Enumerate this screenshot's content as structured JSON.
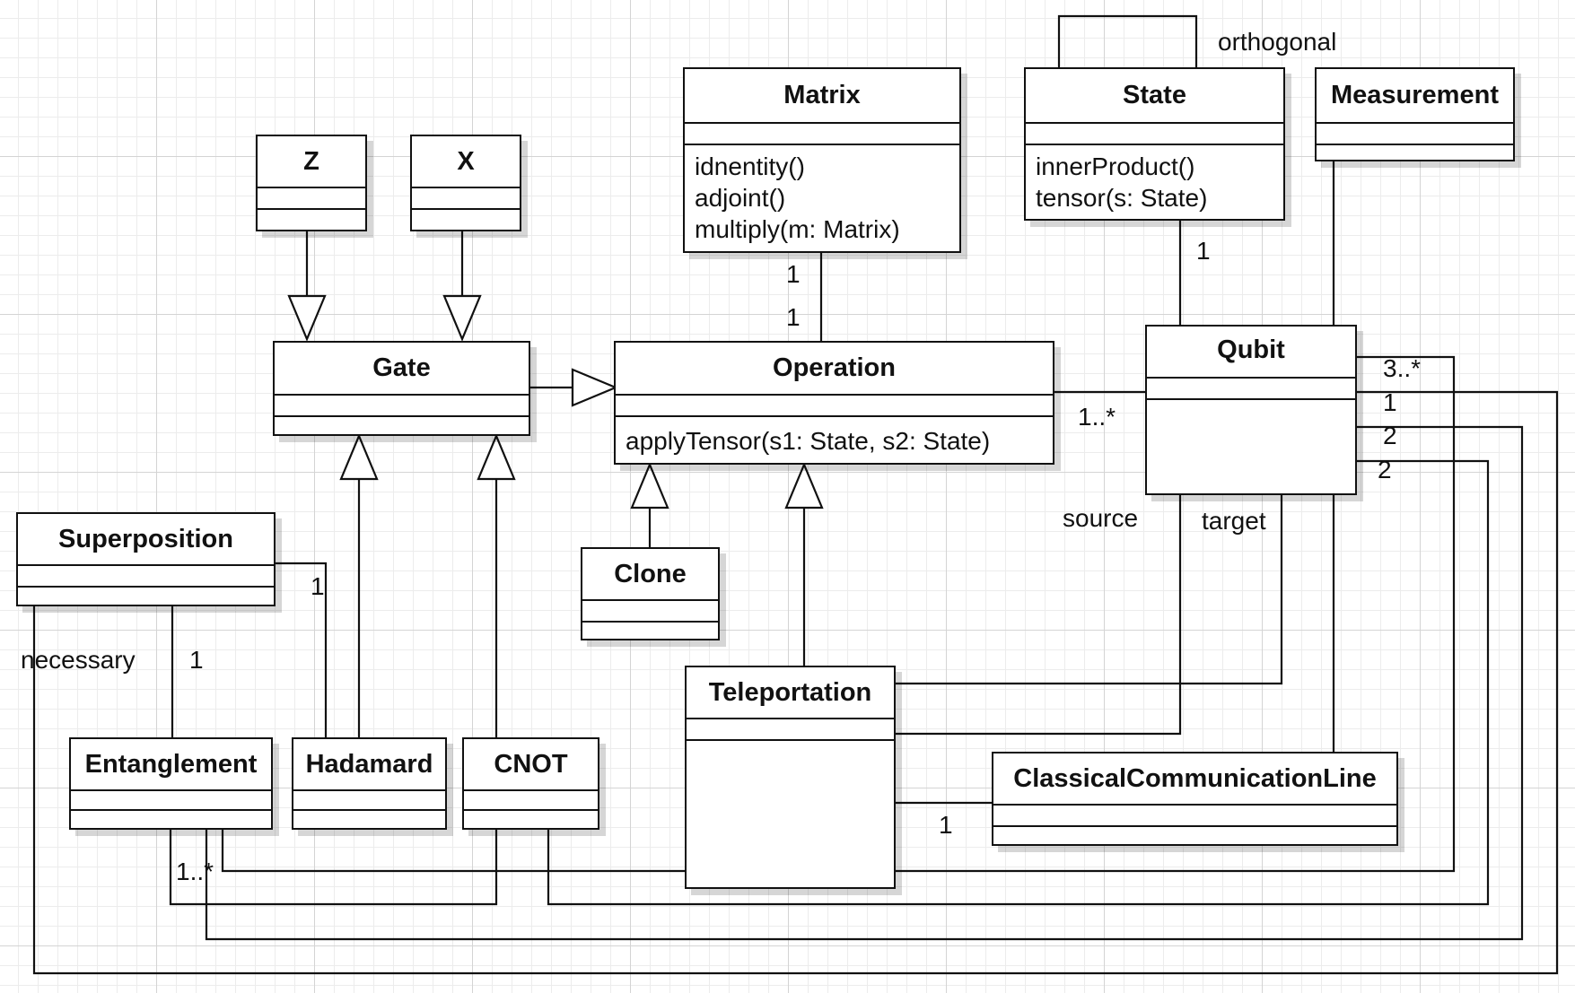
{
  "classes": {
    "z": {
      "name": "Z"
    },
    "x": {
      "name": "X"
    },
    "matrix": {
      "name": "Matrix",
      "operations": [
        "idnentity()",
        "adjoint()",
        "multiply(m: Matrix)"
      ]
    },
    "state": {
      "name": "State",
      "operations": [
        "innerProduct()",
        "tensor(s: State)"
      ]
    },
    "measurement": {
      "name": "Measurement"
    },
    "gate": {
      "name": "Gate"
    },
    "operation": {
      "name": "Operation",
      "operations": [
        "applyTensor(s1: State, s2: State)"
      ]
    },
    "qubit": {
      "name": "Qubit"
    },
    "superposition": {
      "name": "Superposition"
    },
    "clone": {
      "name": "Clone"
    },
    "teleportation": {
      "name": "Teleportation"
    },
    "entanglement": {
      "name": "Entanglement"
    },
    "hadamard": {
      "name": "Hadamard"
    },
    "cnot": {
      "name": "CNOT"
    },
    "classical_line": {
      "name": "ClassicalCommunicationLine"
    }
  },
  "labels": {
    "orthogonal": "orthogonal",
    "matrix_mult_top": "1",
    "matrix_mult_bottom": "1",
    "state_mult": "1",
    "operation_qubit_mult": "1..*",
    "qubit_mult_1": "3..*",
    "qubit_mult_2": "1",
    "qubit_mult_3": "2",
    "qubit_mult_4": "2",
    "source": "source",
    "target": "target",
    "superposition_mult": "1",
    "necessary": "necessary",
    "necessary_mult": "1",
    "classical_line_mult": "1",
    "entanglement_mult": "1..*"
  }
}
